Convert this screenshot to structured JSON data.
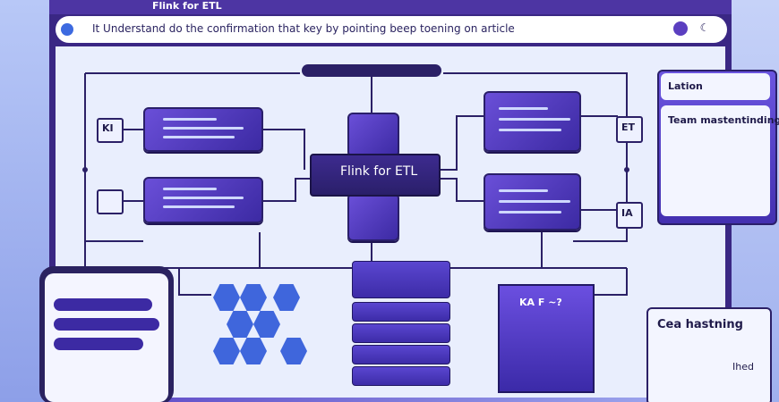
{
  "window": {
    "title": "Flink for ETL",
    "address": "It Understand do the confirmation that key by pointing beep toening on article"
  },
  "diagram": {
    "center_label": "Flink for ETL",
    "left_tag_top": "KI",
    "left_tag_bottom": "",
    "right_tag_top": "ET",
    "right_tag_bottom": "IA",
    "kafka_label": "KA F ~?",
    "panel_right_top_title": "Lation",
    "panel_right_top_subtitle": "Team mastentinding",
    "panel_right_bottom_title": "Cea hastning",
    "panel_right_bottom_value": "Ihed",
    "phone_items": [
      "",
      "",
      ""
    ]
  }
}
